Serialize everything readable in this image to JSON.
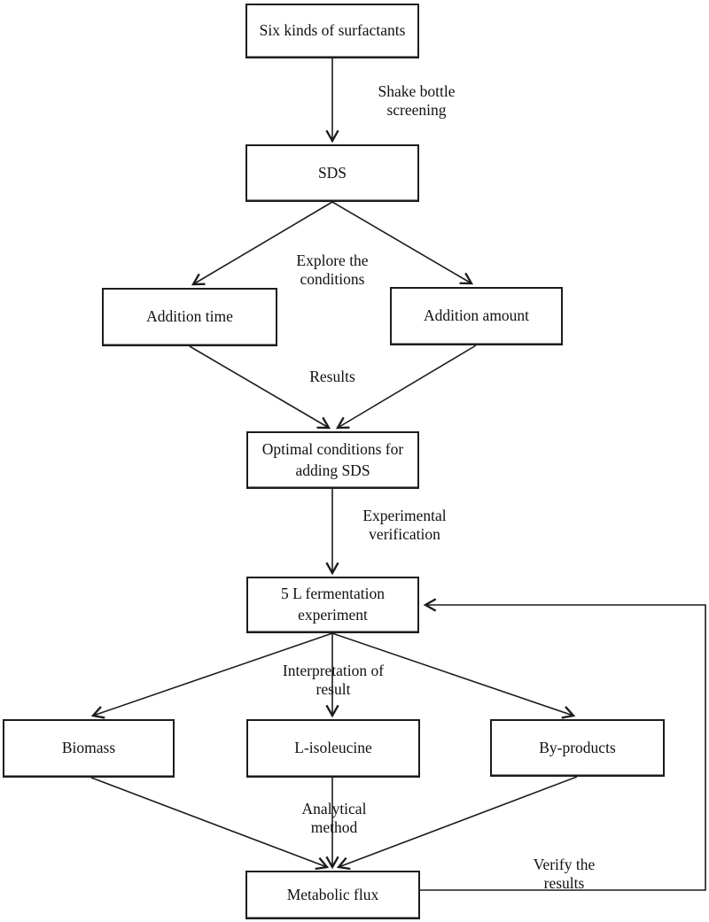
{
  "figure": {
    "background_color": "#ffffff",
    "line_color": "#1c1c1c",
    "nodes": [
      {
        "id": "six-surfactants",
        "label": "Six kinds of surfactants"
      },
      {
        "id": "sds",
        "label": "SDS"
      },
      {
        "id": "addition-time",
        "label": "Addition time"
      },
      {
        "id": "addition-amount",
        "label": "Addition amount"
      },
      {
        "id": "optimal-conditions",
        "label": "Optimal conditions for\nadding SDS"
      },
      {
        "id": "fermentation",
        "label": "5 L fermentation\nexperiment"
      },
      {
        "id": "biomass",
        "label": "Biomass"
      },
      {
        "id": "l-isoleucine",
        "label": "L-isoleucine"
      },
      {
        "id": "by-products",
        "label": "By-products"
      },
      {
        "id": "metabolic-flux",
        "label": "Metabolic flux"
      }
    ],
    "edge_labels": [
      {
        "id": "shake-bottle-screening",
        "label": "Shake bottle\nscreening"
      },
      {
        "id": "explore-the-conditions",
        "label": "Explore the\nconditions"
      },
      {
        "id": "results",
        "label": "Results"
      },
      {
        "id": "experimental-verification",
        "label": "Experimental\nverification"
      },
      {
        "id": "interpretation-of-result",
        "label": "Interpretation of\nresult"
      },
      {
        "id": "analytical-method",
        "label": "Analytical\nmethod"
      },
      {
        "id": "verify-the-results",
        "label": "Verify the\nresults"
      }
    ]
  }
}
